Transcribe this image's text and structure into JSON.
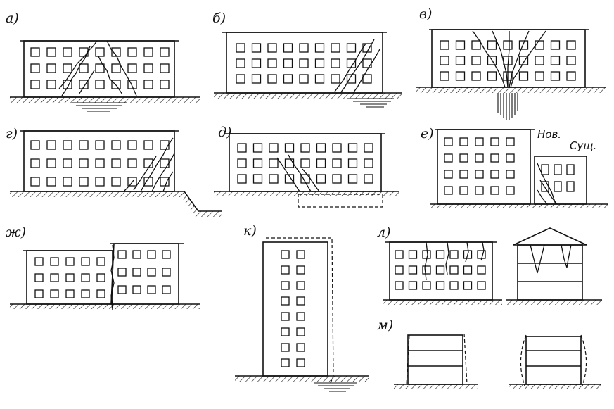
{
  "labels": {
    "a": "а)",
    "b": "б)",
    "v": "в)",
    "g": "г)",
    "d": "д)",
    "e": "е)",
    "zh": "ж)",
    "k": "к)",
    "l": "л)",
    "m": "м)"
  },
  "notes": {
    "new": "Нов.",
    "existing": "Сущ."
  }
}
